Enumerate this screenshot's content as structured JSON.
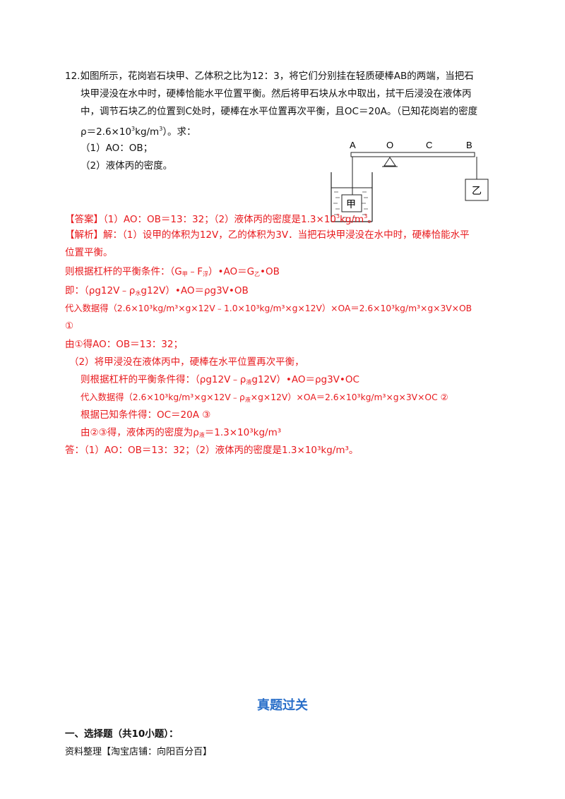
{
  "problem": {
    "line1": "12.如图所示，花岗岩石块甲、乙体积之比为12：3，将它们分别挂在轻质硬棒AB的两端，当把石",
    "line2": "块甲浸没在水中时，硬棒恰能水平位置平衡。然后将甲石块从水中取出，拭干后浸没在液体丙",
    "line3": "中，调节石块乙的位置到C处时，硬棒在水平位置再次平衡，且OC＝20A。（已知花岗岩的密度",
    "line4_a": "ρ＝2.6×10",
    "line4_sup1": "3",
    "line4_b": "kg/m",
    "line4_sup2": "3",
    "line4_c": "）。求：",
    "q1": "（1）AO：OB；",
    "q2": "（2）液体丙的密度。"
  },
  "diagram": {
    "label_A": "A",
    "label_O": "O",
    "label_C": "C",
    "label_B": "B",
    "block_jia": "甲",
    "block_yi": "乙"
  },
  "answer": {
    "bracket": "【答案】",
    "text": "（1）AO：OB＝13：32；（2）液体丙的密度是1.3×10",
    "sup": "3",
    "unit": "kg/m",
    "sup2": "3",
    "end": "。"
  },
  "analysis": {
    "bracket": "【解析】",
    "l1": "解：（1）设甲的体积为12V，乙的体积为3V．当把石块甲浸没在水中时，硬棒恰能水平",
    "l2": "位置平衡。",
    "l3": "则根据杠杆的平衡条件：（G",
    "l3_sub1": "甲",
    "l3_b": "﹣F",
    "l3_sub2": "浮",
    "l3_c": "）•AO＝G",
    "l3_sub3": "乙",
    "l3_d": "•OB",
    "l4": "即：（ρg12V﹣ρ",
    "l4_sub": "水",
    "l4_b": "g12V）•AO＝ρg3V•OB",
    "l5": "代入数据得（2.6×10³kg/m³×g×12V﹣1.0×10³kg/m³×g×12V）×OA＝2.6×10³kg/m³×g×3V×OB",
    "l6": "①",
    "l7": "由①得AO：OB＝13：32；",
    "l8": "（2）将甲浸没在液体丙中，硬棒在水平位置再次平衡，",
    "l9": "则根据杠杆的平衡条件得：（ρg12V﹣ρ",
    "l9_sub": "液",
    "l9_b": "g12V）•AO＝ρg3V•OC",
    "l10": "代入数据得（2.6×10³kg/m³×g×12V﹣ρ",
    "l10_sub": "液",
    "l10_b": "×g×12V）×OA＝2.6×10³kg/m³×g×3V×OC ②",
    "l11": "根据已知条件得：OC＝20A ③",
    "l12": "由②③得，液体丙的密度为ρ",
    "l12_sub": "液",
    "l12_b": "＝1.3×10³kg/m³",
    "l13": "答：（1）AO：OB＝13：32；（2）液体丙的密度是1.3×10³kg/m³。"
  },
  "section_title": "真题过关",
  "section_heading": "一、选择题（共10小题）：",
  "footer": "资料整理【淘宝店铺：向阳百分百】"
}
